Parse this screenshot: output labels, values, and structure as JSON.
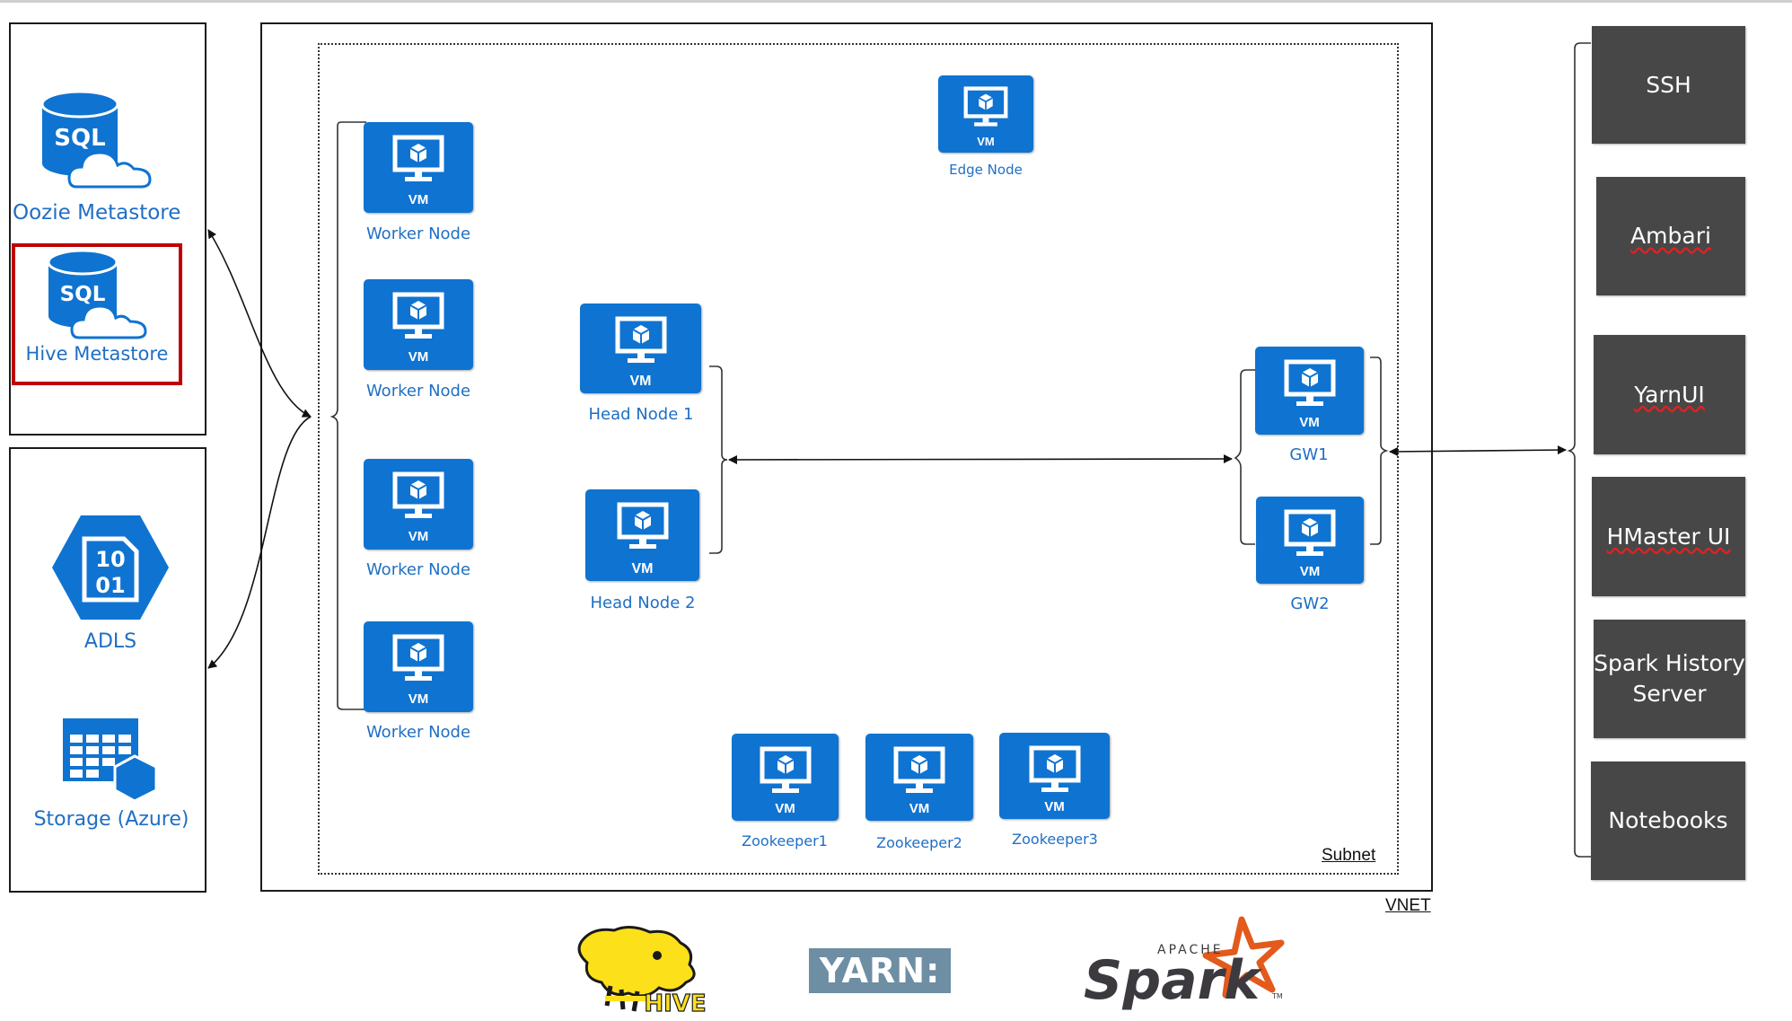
{
  "left_panel": {
    "oozie_label": "Oozie Metastore",
    "hive_label": "Hive Metastore",
    "sql_text": "SQL",
    "adls_label": "ADLS",
    "adls_icon_text_top": "10",
    "adls_icon_text_bottom": "01",
    "storage_label": "Storage (Azure)"
  },
  "vm_badge": "VM",
  "nodes": {
    "worker_label": "Worker Node",
    "edge_label": "Edge Node",
    "head1_label": "Head Node 1",
    "head2_label": "Head Node 2",
    "gw1_label": "GW1",
    "gw2_label": "GW2",
    "zk1_label": "Zookeeper1",
    "zk2_label": "Zookeeper2",
    "zk3_label": "Zookeeper3"
  },
  "containers": {
    "subnet_label": "Subnet",
    "vnet_label": "VNET"
  },
  "services": [
    "SSH",
    "Ambari",
    "YarnUI",
    "HMaster UI",
    "Spark History\nServer",
    "Notebooks"
  ],
  "logos": {
    "hive": "HIVE",
    "yarn": "YARN:",
    "spark_apache": "APACHE",
    "spark": "Spark",
    "spark_tm": "TM"
  },
  "colors": {
    "azure_blue": "#0f73d1",
    "label_blue": "#1f6fc4",
    "service_gray": "#474747",
    "highlight_red": "#c00000"
  }
}
